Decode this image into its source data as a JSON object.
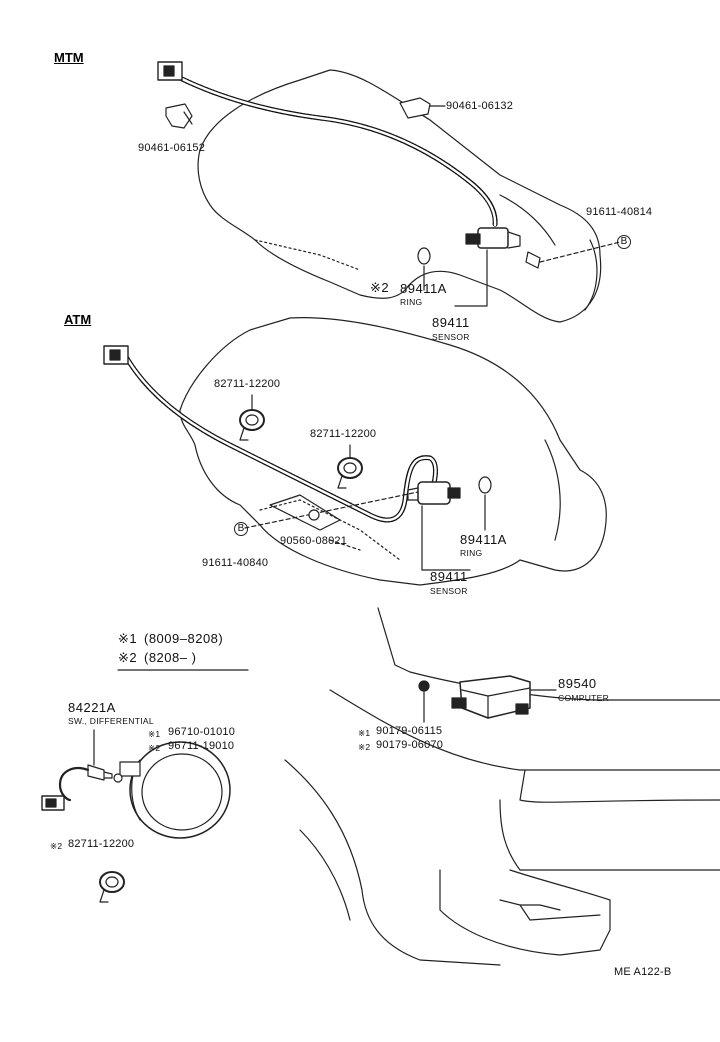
{
  "sections": {
    "mtm": "MTM",
    "atm": "ATM"
  },
  "mtm": {
    "p_90461_06132": "90461-06132",
    "p_90461_06152": "90461-06152",
    "p_91611_40814": "91611-40814",
    "ring_mark": "※2",
    "ring_part": "89411A",
    "ring_text": "RING",
    "sensor_part": "89411",
    "sensor_text": "SENSOR",
    "b_mark": "B"
  },
  "atm": {
    "clamp_1": "82711-12200",
    "clamp_2": "82711-12200",
    "p_90560_08021": "90560-08021",
    "p_91611_40840": "91611-40840",
    "ring_part": "89411A",
    "ring_text": "RING",
    "sensor_part": "89411",
    "sensor_text": "SENSOR",
    "b_mark": "B"
  },
  "legend": {
    "line1_mark": "※1",
    "line1_text": "(8009–8208)",
    "line2_mark": "※2",
    "line2_text": "(8208–      )"
  },
  "differential": {
    "part": "84221A",
    "text": "SW., DIFFERENTIAL",
    "p1_mark": "※1",
    "p1": "96710-01010",
    "p2_mark": "※2",
    "p2": "96711-19010",
    "clamp_mark": "※2",
    "clamp": "82711-12200"
  },
  "computer": {
    "part": "89540",
    "text": "COMPUTER",
    "nut1_mark": "※1",
    "nut1": "90179-06115",
    "nut2_mark": "※2",
    "nut2": "90179-06070"
  },
  "footer": {
    "code": "ME  A122-B"
  }
}
